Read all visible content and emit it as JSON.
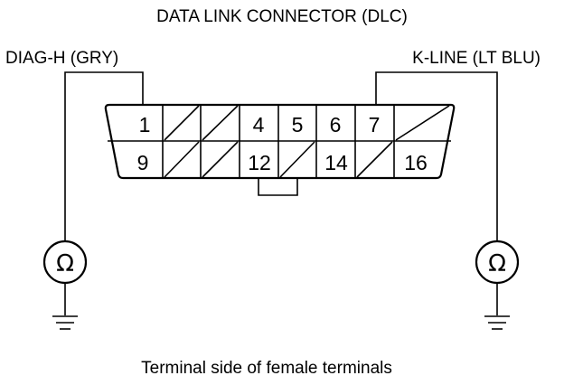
{
  "title": "DATA LINK CONNECTOR (DLC)",
  "left_wire": {
    "label": "DIAG-H (GRY)"
  },
  "right_wire": {
    "label": "K-LINE (LT BLU)"
  },
  "connector": {
    "top_row": [
      "1",
      "",
      "",
      "4",
      "5",
      "6",
      "7",
      ""
    ],
    "bottom_row": [
      "9",
      "",
      "",
      "12",
      "",
      "14",
      "",
      "16"
    ]
  },
  "ohmmeter": {
    "symbol": "Ω"
  },
  "caption": "Terminal side of female terminals"
}
